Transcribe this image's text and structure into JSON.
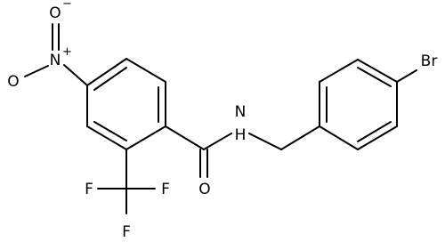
{
  "molecule": {
    "atom_labels": {
      "nitro_o_top": "O",
      "nitro_o_minus": "−",
      "nitro_n": "N",
      "nitro_n_plus": "+",
      "nitro_o_left": "O",
      "amide_n": "N",
      "amide_h": "H",
      "carbonyl_o": "O",
      "br": "Br",
      "f_left": "F",
      "f_right": "F",
      "f_bottom": "F"
    },
    "colors": {
      "line": "#000000",
      "background": "#ffffff"
    }
  }
}
